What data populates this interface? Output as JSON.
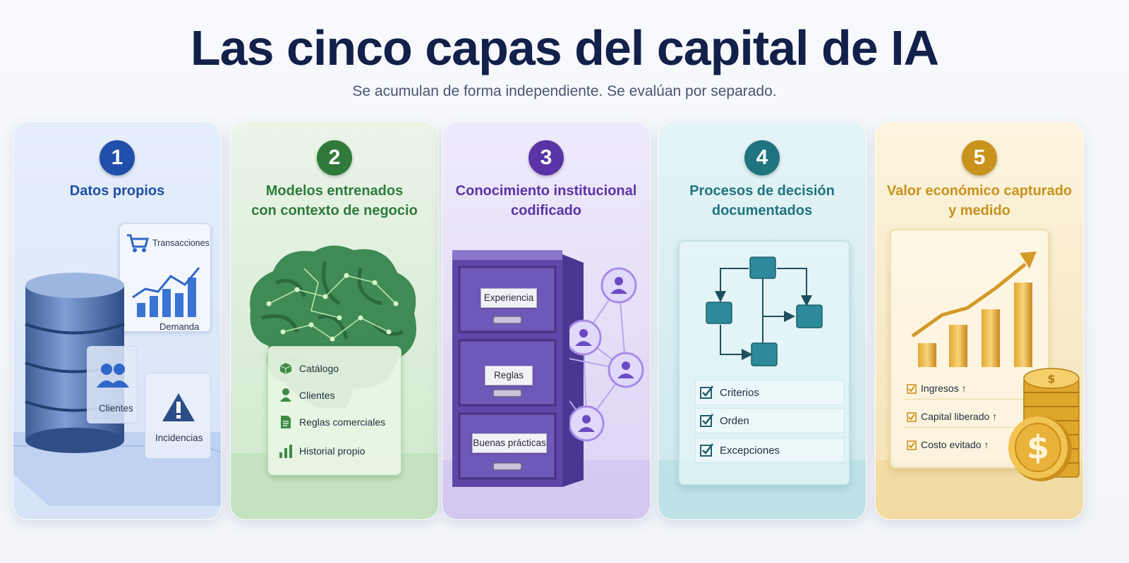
{
  "header": {
    "title": "Las cinco capas del capital de IA",
    "subtitle": "Se acumulan de forma independiente. Se evalúan por separado."
  },
  "cards": [
    {
      "number": "1",
      "title_lines": [
        "Datos propios",
        ""
      ],
      "color": "#1f4fa8",
      "labels": [
        "Transacciones",
        "Demanda",
        "Clientes",
        "Incidencias"
      ]
    },
    {
      "number": "2",
      "title_lines": [
        "Modelos entrenados",
        "con contexto de negocio"
      ],
      "color": "#2f7a3a",
      "items": [
        "Catálogo",
        "Clientes",
        "Reglas comerciales",
        "Historial propio"
      ]
    },
    {
      "number": "3",
      "title_lines": [
        "Conocimiento institucional",
        "codificado"
      ],
      "color": "#5a34a6",
      "drawers": [
        "Experiencia",
        "Reglas",
        "Buenas prácticas"
      ]
    },
    {
      "number": "4",
      "title_lines": [
        "Procesos de decisión",
        "documentados"
      ],
      "color": "#1f7480",
      "checks": [
        "Criterios",
        "Orden",
        "Excepciones"
      ]
    },
    {
      "number": "5",
      "title_lines": [
        "Valor económico capturado",
        "y medido"
      ],
      "color": "#c9921c",
      "metrics": [
        "Ingresos ↑",
        "Capital liberado ↑",
        "Costo evitado ↑"
      ]
    }
  ],
  "icons": [
    "database-icon",
    "cart-icon",
    "bar-chart-icon",
    "people-icon",
    "warning-icon",
    "brain-icon",
    "box-icon",
    "person-icon",
    "document-icon",
    "file-cabinet-icon",
    "user-node-icon",
    "flowchart-icon",
    "checkbox-icon",
    "growth-chart-icon",
    "coin-stack-icon",
    "dollar-coin-icon"
  ]
}
